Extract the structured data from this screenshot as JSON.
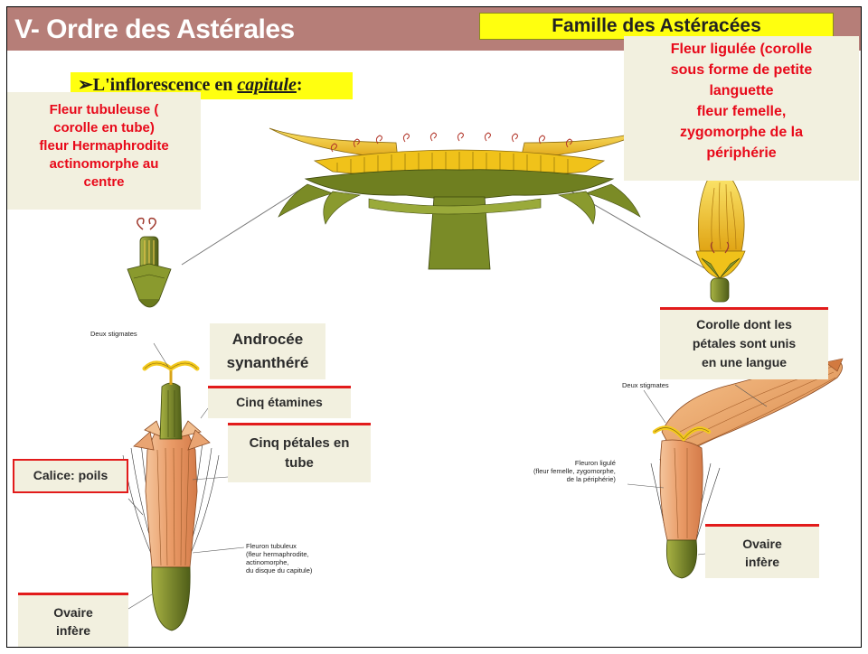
{
  "title": "V- Ordre des Astérales",
  "famille": "Famille des Astéracées",
  "subtitle_prefix": "L'inflorescence en ",
  "subtitle_word": "capitule",
  "subtitle_suffix": ":",
  "tubular_box": [
    "Fleur tubuleuse (",
    "corolle en tube)",
    "fleur Hermaphrodite",
    "actinomorphe au",
    "centre"
  ],
  "ligulate_box": [
    "Fleur ligulée (corolle",
    "sous forme de petite",
    "languette",
    "fleur femelle,",
    "zygomorphe de la",
    "périphérie"
  ],
  "androcee": [
    "Androcée",
    "synanthéré"
  ],
  "cinq_etamines": "Cinq étamines",
  "cinq_petales": [
    "Cinq pétales en",
    "tube"
  ],
  "calice": "Calice: poils",
  "ovaire_left": [
    "Ovaire",
    "infère"
  ],
  "ovaire_right": [
    "Ovaire",
    "infère"
  ],
  "corolle_box": [
    "Corolle dont les",
    "pétales sont unis",
    "en une langue"
  ],
  "fig_labels": {
    "deux_stigmates_left": "Deux stigmates",
    "deux_stigmates_right": "Deux stigmates",
    "fleuron_tubuleux": [
      "Fleuron tubuleux",
      "(fleur hermaphrodite,",
      "actinomorphe,",
      "du disque du capitule)"
    ],
    "fleuron_ligule": [
      "Fleuron ligulé",
      "(fleur femelle, zygomorphe,",
      "de la périphérie)"
    ]
  },
  "colors": {
    "title_bar": "#b67e78",
    "highlight_yellow": "#ffff0f",
    "box_fill": "#f2f0df",
    "red_text": "#e8091a",
    "red_border": "#e21b1b",
    "petal_orange": "#eba97a",
    "ovary_green": "#7a8b2a",
    "capitule_yellow": "#f3c91c"
  },
  "icons": [
    "arrow-bullet-icon"
  ]
}
